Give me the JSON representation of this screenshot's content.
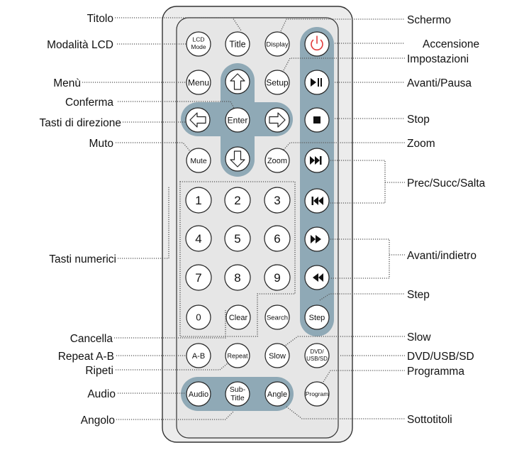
{
  "buttons": {
    "lcd_mode": [
      "LCD",
      "Mode"
    ],
    "title": "Title",
    "display": "Display",
    "menu": "Menu",
    "setup": "Setup",
    "enter": "Enter",
    "mute": "Mute",
    "zoom": "Zoom",
    "num_1": "1",
    "num_2": "2",
    "num_3": "3",
    "num_4": "4",
    "num_5": "5",
    "num_6": "6",
    "num_7": "7",
    "num_8": "8",
    "num_9": "9",
    "num_0": "0",
    "clear": "Clear",
    "search": "Search",
    "step": "Step",
    "ab": "A-B",
    "repeat": "Repeat",
    "slow": "Slow",
    "dvd_usb_sd": [
      "DVD/",
      "USB/SD"
    ],
    "audio": "Audio",
    "subtitle": [
      "Sub-",
      "Title"
    ],
    "angle": "Angle",
    "program": "Program"
  },
  "labels": {
    "titolo": "Titolo",
    "modalita_lcd": "Modalità LCD",
    "menu": "Menù",
    "conferma": "Conferma",
    "tasti_direzione": "Tasti di direzione",
    "muto": "Muto",
    "tasti_numerici": "Tasti numerici",
    "cancella": "Cancella",
    "repeat_ab": "Repeat A-B",
    "ripeti": "Ripeti",
    "audio": "Audio",
    "angolo": "Angolo",
    "schermo": "Schermo",
    "accensione": "Accensione",
    "impostazioni": "Impostazioni",
    "avanti_pausa": "Avanti/Pausa",
    "stop": "Stop",
    "zoom": "Zoom",
    "prec_succ_salta": "Prec/Succ/Salta",
    "avanti_indietro": "Avanti/indietro",
    "step": "Step",
    "slow": "Slow",
    "dvd_usb_sd": "DVD/USB/SD",
    "programma": "Programma",
    "sottotitoli": "Sottotitoli"
  },
  "colors": {
    "remote_body": "#ececec",
    "highlight_panel": "#8fa9b6",
    "power_symbol": "#e23c3c",
    "button_fill": "#ffffff"
  },
  "icons": {
    "power": "power-icon",
    "play_pause": "play-pause-icon",
    "stop": "stop-icon",
    "next": "skip-next-icon",
    "prev": "skip-previous-icon",
    "forward": "fast-forward-icon",
    "rewind": "rewind-icon",
    "up": "arrow-up-icon",
    "down": "arrow-down-icon",
    "left": "arrow-left-icon",
    "right": "arrow-right-icon"
  }
}
